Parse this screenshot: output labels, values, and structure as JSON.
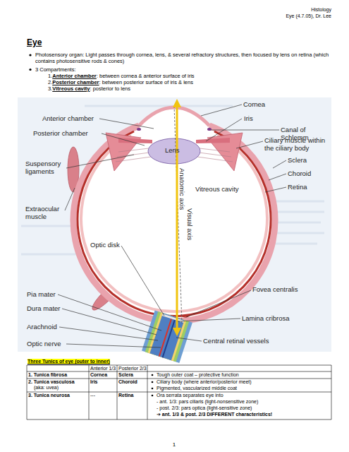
{
  "diagram": {
    "title": "Eye",
    "labels": [
      "Histology",
      "Eye (4.7.05), Dr. Lee",
      "Photosensory organ: Light passes through cornea, lens, & several refractory structures, then focused by lens on retina (which contains photosensitive rods & cones)",
      "3 Compartments:",
      "1.",
      "Anterior chamber",
      ": between cornea & anterior surface of iris",
      "2.",
      "Posterior chamber",
      ": between posterior surface of iris & lens",
      "3.",
      "Vitreous cavity",
      ": posterior to lens",
      "Anterior chamber",
      "Posterior chamber",
      "Lens",
      "Suspensory ligaments",
      "Extraocular muscle",
      "Optic disk",
      "Pia mater",
      "Dura mater",
      "Arachnoid",
      "Optic nerve",
      "Cornea",
      "Iris",
      "Canal of Schlemm",
      "Ciliary muscle within the ciliary body",
      "Sclera",
      "Choroid",
      "Retina",
      "Vitreous cavity",
      "Anatomic axis",
      "Visual axis",
      "Fovea centralis",
      "Lamina cribrosa",
      "Central retinal vessels",
      "Three Tunics of eye (outer to inner)",
      "Anterior 1/3",
      "Posterior 2/3",
      "1. Tunica fibrosa",
      "Cornea",
      "Sclera",
      "Tough outer coat – protective function",
      "2. Tunica vasculosa",
      "(aka: uvea)",
      "Iris",
      "Choroid",
      "Ciliary body (where anterior/posterior meet)",
      "Pigmented, vascularized middle coat",
      "3. Tunica neurosa",
      "---",
      "Retina",
      "Ora serrata separates eye into",
      "- ant. 1/3: pars ciliaris (light-nonsensitive zone)",
      "- post. 2/3: pars optica (light-sensitive zone)",
      "➔ ant. 1/3 & post. 2/3 DIFFERENT characteristics!",
      "1"
    ]
  }
}
